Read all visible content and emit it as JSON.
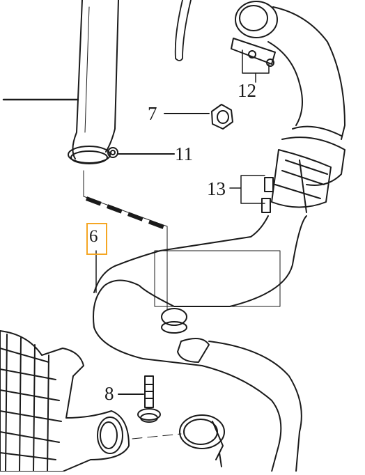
{
  "callouts": [
    {
      "id": "c6",
      "text": "6",
      "highlighted": true
    },
    {
      "id": "c7",
      "text": "7"
    },
    {
      "id": "c8",
      "text": "8"
    },
    {
      "id": "c11",
      "text": "11"
    },
    {
      "id": "c12",
      "text": "12"
    },
    {
      "id": "c13",
      "text": "13"
    }
  ],
  "colors": {
    "ink": "#1a1a1a",
    "highlight": "#f5a623",
    "paper": "#ffffff"
  },
  "icons": [
    "hose-part",
    "clamp-part",
    "nut-part",
    "bolt-part",
    "intake-manifold-part"
  ]
}
